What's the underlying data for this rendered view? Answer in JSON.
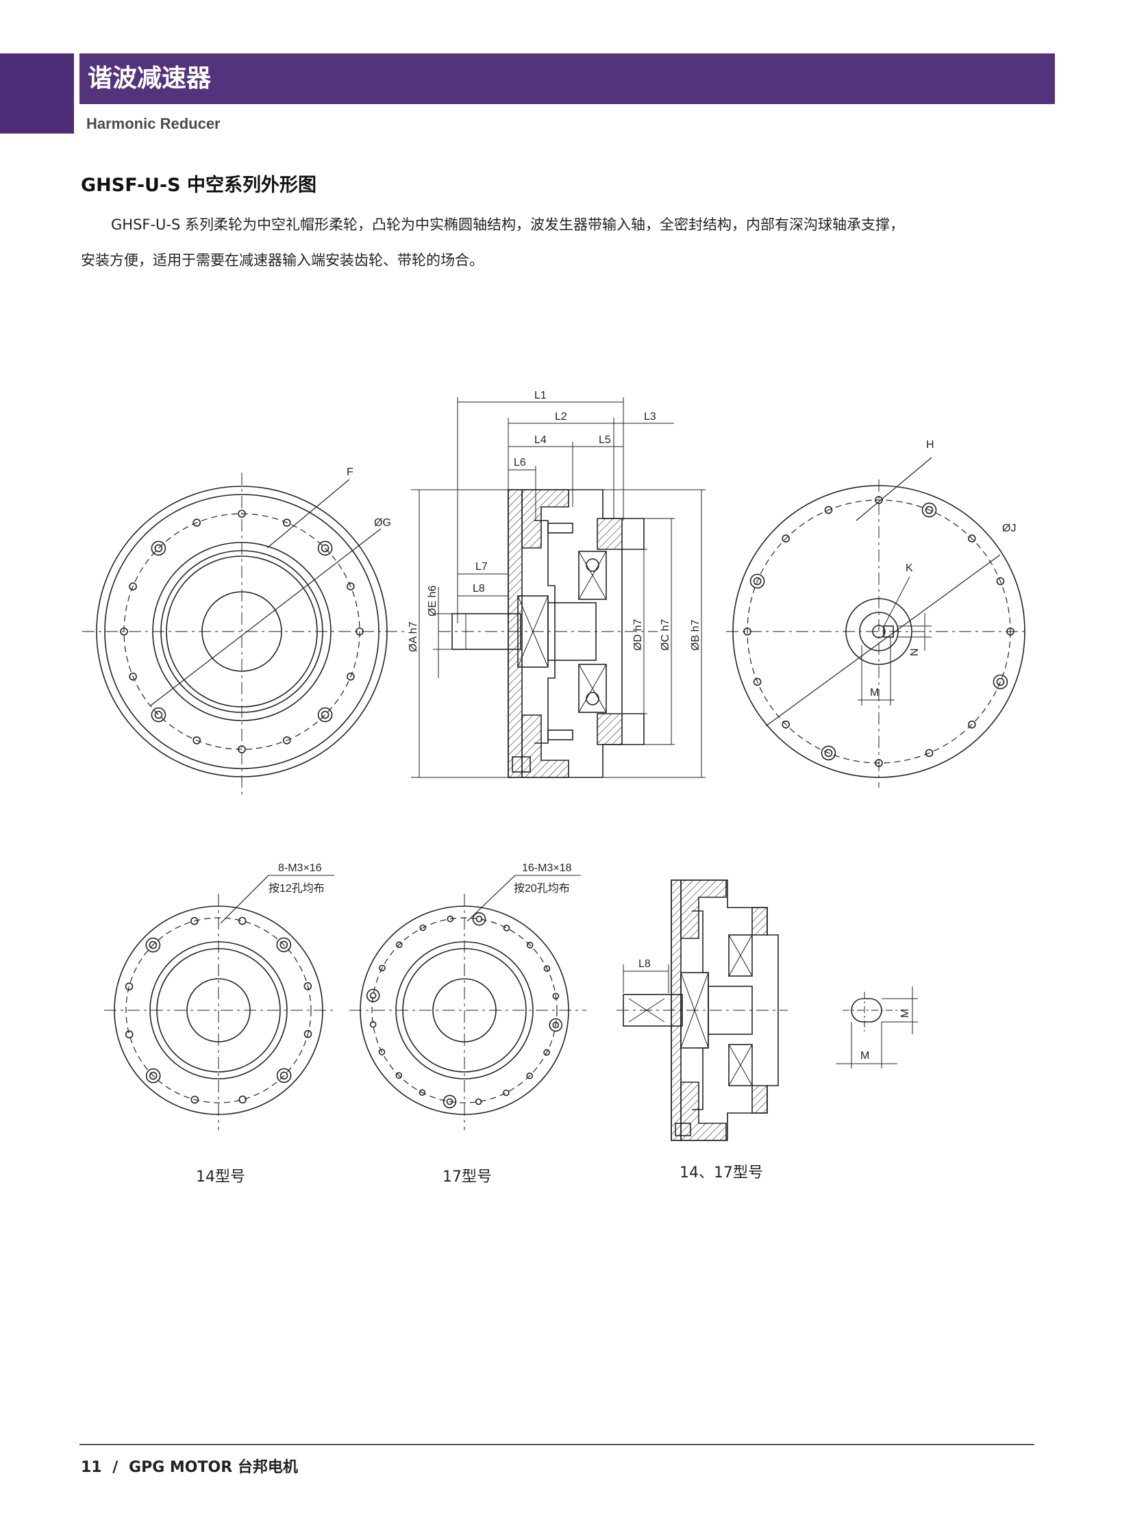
{
  "header": {
    "title": "谐波减速器",
    "subtitle": "Harmonic Reducer",
    "accent_color": "#54337d"
  },
  "section": {
    "title": "GHSF-U-S 中空系列外形图",
    "intro_line1": "GHSF-U-S 系列柔轮为中空礼帽形柔轮，凸轮为中实椭圆轴结构，波发生器带输入轴，全密封结构，内部有深沟球轴承支撑，",
    "intro_line2": "安装方便，适用于需要在减速器输入端安装齿轮、带轮的场合。"
  },
  "drawing_labels": {
    "F": "F",
    "G": "ØG",
    "H": "H",
    "J": "ØJ",
    "K": "K",
    "M": "M",
    "N": "N",
    "L1": "L1",
    "L2": "L2",
    "L3": "L3",
    "L4": "L4",
    "L5": "L5",
    "L6": "L6",
    "L7": "L7",
    "L8": "L8",
    "A": "ØA h7",
    "E": "ØE h6",
    "D": "ØD h7",
    "C": "ØC h7",
    "B": "ØB h7",
    "hole14_spec": "8-M3×16",
    "hole14_note": "按12孔均布",
    "hole17_spec": "16-M3×18",
    "hole17_note": "按20孔均布"
  },
  "captions": {
    "model14": "14型号",
    "model17": "17型号",
    "model1417": "14、17型号"
  },
  "footer": {
    "page": "11",
    "separator": "/",
    "brand": "GPG MOTOR 台邦电机"
  }
}
